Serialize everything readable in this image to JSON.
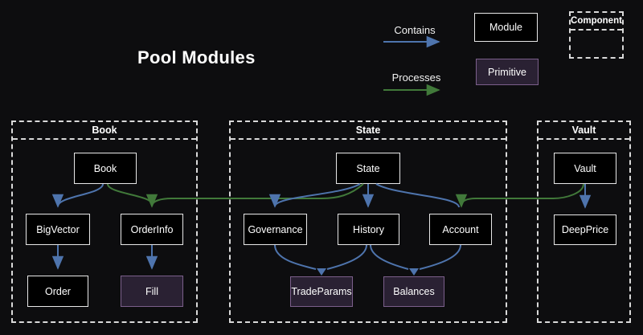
{
  "title": "Pool Modules",
  "legend": {
    "contains_label": "Contains",
    "processes_label": "Processes",
    "module_label": "Module",
    "primitive_label": "Primitive",
    "component_label": "Component"
  },
  "colors": {
    "background": "#0d0d0f",
    "node_fill": "#000000",
    "node_border": "#e8e8e8",
    "primitive_fill": "#2a2133",
    "primitive_border": "#7b5f8b",
    "contains": "#4e74ad",
    "processes": "#41793a",
    "dashed_border": "#d9d9d9",
    "text": "#ffffff"
  },
  "diagram": {
    "containers": [
      {
        "label": "Book",
        "nodes": [
          {
            "id": "book",
            "label": "Book",
            "type": "module"
          },
          {
            "id": "bigvector",
            "label": "BigVector",
            "type": "module"
          },
          {
            "id": "orderinfo",
            "label": "OrderInfo",
            "type": "module"
          },
          {
            "id": "order",
            "label": "Order",
            "type": "module"
          },
          {
            "id": "fill",
            "label": "Fill",
            "type": "primitive"
          }
        ]
      },
      {
        "label": "State",
        "nodes": [
          {
            "id": "state",
            "label": "State",
            "type": "module"
          },
          {
            "id": "governance",
            "label": "Governance",
            "type": "module"
          },
          {
            "id": "history",
            "label": "History",
            "type": "module"
          },
          {
            "id": "account",
            "label": "Account",
            "type": "module"
          },
          {
            "id": "tradeparams",
            "label": "TradeParams",
            "type": "primitive"
          },
          {
            "id": "balances",
            "label": "Balances",
            "type": "primitive"
          }
        ]
      },
      {
        "label": "Vault",
        "nodes": [
          {
            "id": "vault",
            "label": "Vault",
            "type": "module"
          },
          {
            "id": "deepprice",
            "label": "DeepPrice",
            "type": "module"
          }
        ]
      }
    ],
    "edges": [
      {
        "from": "Book",
        "to": "BigVector",
        "color": "blue"
      },
      {
        "from": "Book",
        "to": "OrderInfo",
        "color": "green"
      },
      {
        "from": "State",
        "to": "OrderInfo",
        "color": "green"
      },
      {
        "from": "State",
        "to": "Governance",
        "color": "blue"
      },
      {
        "from": "State",
        "to": "History",
        "color": "blue"
      },
      {
        "from": "State",
        "to": "Account",
        "color": "blue"
      },
      {
        "from": "Vault",
        "to": "Account",
        "color": "green"
      },
      {
        "from": "Vault",
        "to": "DeepPrice",
        "color": "blue"
      },
      {
        "from": "BigVector",
        "to": "Order",
        "color": "blue"
      },
      {
        "from": "OrderInfo",
        "to": "Fill",
        "color": "blue"
      },
      {
        "from": "Governance",
        "to": "TradeParams",
        "color": "blue"
      },
      {
        "from": "History",
        "to": "TradeParams",
        "color": "blue"
      },
      {
        "from": "History",
        "to": "Balances",
        "color": "blue"
      },
      {
        "from": "Account",
        "to": "Balances",
        "color": "blue"
      }
    ]
  }
}
